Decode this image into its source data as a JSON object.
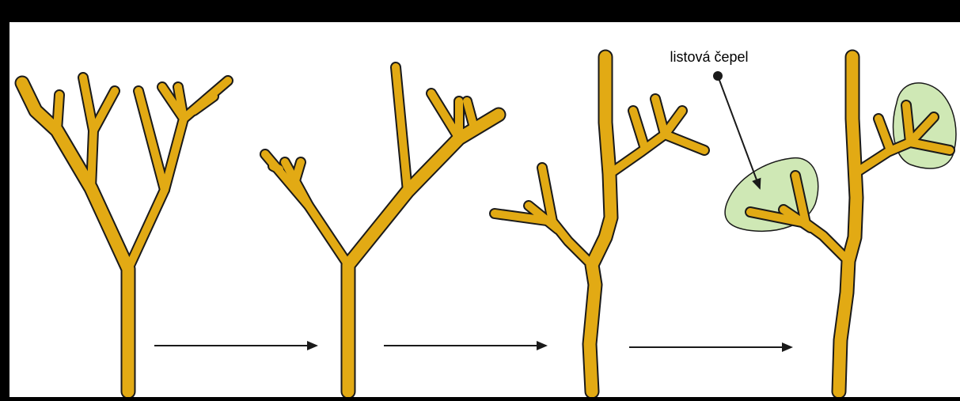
{
  "diagram": {
    "annotation": {
      "label": "listová čepel"
    },
    "colors": {
      "frame": "#000000",
      "panel": "#ffffff",
      "stem_fill": "#E2AA14",
      "stem_outline": "#1a1a1a",
      "blade_fill": "#CFE8B5",
      "blade_outline": "#1a1a1a",
      "arrow": "#1a1a1a",
      "label_text": "#000000"
    },
    "stages": [
      {
        "name": "stage-1"
      },
      {
        "name": "stage-2"
      },
      {
        "name": "stage-3"
      },
      {
        "name": "stage-4"
      }
    ]
  }
}
